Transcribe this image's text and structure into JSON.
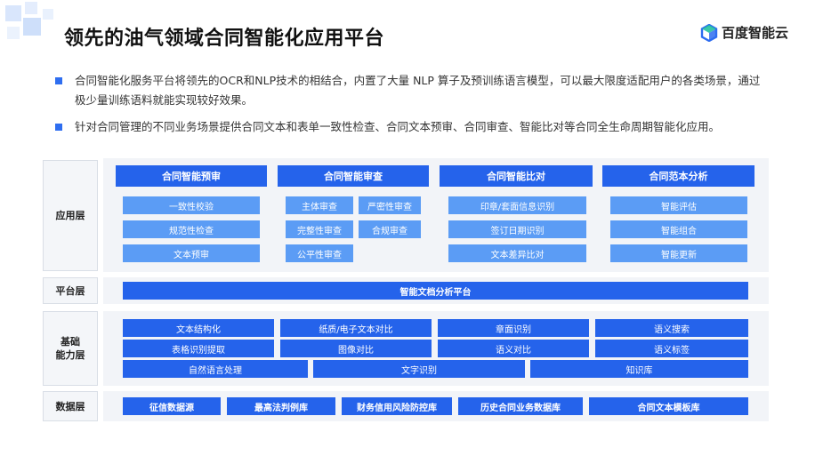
{
  "title": "领先的油气领域合同智能化应用平台",
  "logo": {
    "name": "百度智能云"
  },
  "bullets": [
    "合同智能化服务平台将领先的OCR和NLP技术的相结合，内置了大量 NLP 算子及预训练语言模型，可以最大限度适配用户的各类场景，通过极少量训练语料就能实现较好效果。",
    "针对合同管理的不同业务场景提供合同文本和表单一致性检查、合同文本预审、合同审查、智能比对等合同全生命周期智能化应用。"
  ],
  "layers": {
    "app": "应用层",
    "platform": "平台层",
    "base": "基础\n能力层",
    "data": "数据层"
  },
  "app": {
    "groups": [
      {
        "header": "合同智能预审",
        "items": [
          "一致性校验",
          "规范性检查",
          "文本预审"
        ]
      },
      {
        "header": "合同智能审查",
        "items": [
          "主体审查",
          "严密性审查",
          "完整性审查",
          "合规审查",
          "公平性审查"
        ]
      },
      {
        "header": "合同智能比对",
        "items": [
          "印章/套面信息识别",
          "签订日期识别",
          "文本差异比对"
        ]
      },
      {
        "header": "合同范本分析",
        "items": [
          "智能评估",
          "智能组合",
          "智能更新"
        ]
      }
    ]
  },
  "platform": {
    "bar": "智能文档分析平台"
  },
  "base": {
    "row1": [
      "文本结构化",
      "纸质/电子文本对比",
      "章面识别",
      "语义搜索"
    ],
    "row2": [
      "表格识别提取",
      "图像对比",
      "语义对比",
      "语义标签"
    ],
    "row3": [
      "自然语言处理",
      "文字识别",
      "知识库"
    ]
  },
  "data": {
    "items": [
      "征信数据源",
      "最高法判例库",
      "财务信用风险防控库",
      "历史合同业务数据库",
      "合同文本模板库"
    ]
  },
  "colors": {
    "primary": "#2563eb",
    "light": "#5b9cf5",
    "panel": "#f2f4f8"
  }
}
